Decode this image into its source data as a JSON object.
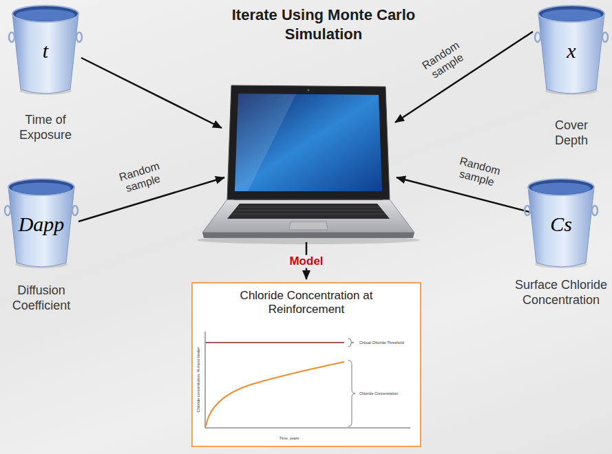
{
  "diagram": {
    "title": "Iterate Using Monte Carlo Simulation",
    "nodes": [
      {
        "text": [
          "t",
          "Time of Exposure"
        ]
      },
      {
        "text": [
          "x",
          "Cover Depth"
        ]
      },
      {
        "text": [
          "Dapp",
          "Diffusion Coefficient"
        ]
      },
      {
        "text": [
          "Cs",
          "Surface Chloride Concentration"
        ]
      },
      {
        "text": [
          "Chloride Concentration at Reinforcement"
        ]
      }
    ],
    "labels": [
      "Random sample",
      "Random sample",
      "Random sample",
      "Model",
      "Chloride concentration, % mass binder",
      "Critical Chloride Threshold",
      "Chloride Concentration",
      "Time, years"
    ]
  }
}
